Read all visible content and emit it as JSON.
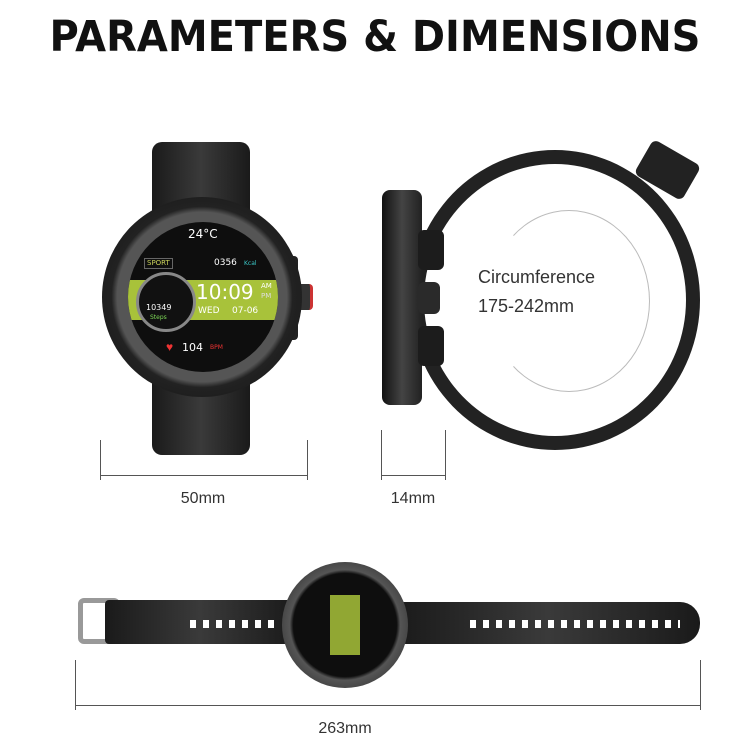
{
  "title": "PARAMETERS & DIMENSIONS",
  "front": {
    "width_label": "50mm",
    "watch_face": {
      "temperature": "24°C",
      "sport": "SPORT",
      "kcal_value": "0356",
      "kcal_unit": "Kcal",
      "time": "10:09",
      "am": "AM",
      "pm": "PM",
      "day": "WED",
      "date": "07-06",
      "steps_value": "10349",
      "steps_label": "Steps",
      "heart_rate": "104",
      "heart_unit": "BPM"
    }
  },
  "side": {
    "thickness_label": "14mm",
    "circumference_label": "Circumference",
    "circumference_value": "175-242mm"
  },
  "flat": {
    "length_label": "263mm"
  },
  "colors": {
    "accent_green": "#a8c23a",
    "bezel": "#2a2a2a",
    "strap": "#262626"
  }
}
